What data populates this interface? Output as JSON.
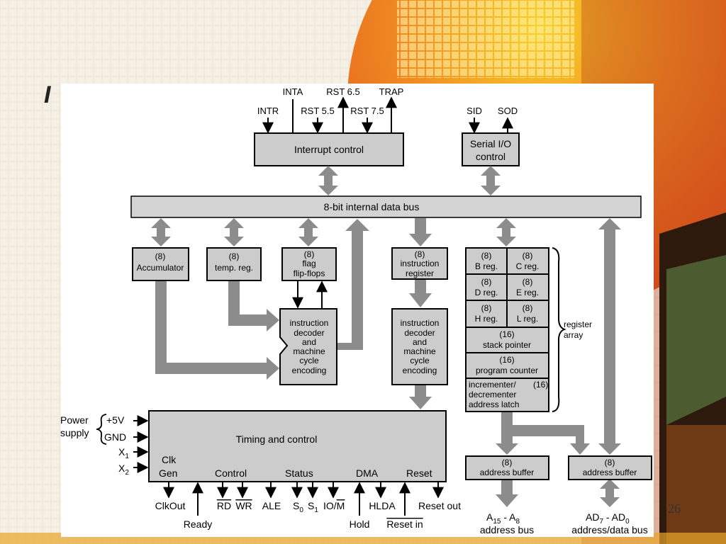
{
  "slide": {
    "title_fragment": "I",
    "page_number": "26"
  },
  "colors": {
    "box_fill": "#cccccc",
    "bus_fill": "#d4d4d4",
    "arrow_fill": "#8c8c8c",
    "bg_orange": "#e8661f",
    "bg_yellow": "#f7d21e"
  },
  "interrupts": {
    "inta": "INTA",
    "rst65": "RST 6.5",
    "trap": "TRAP",
    "intr": "INTR",
    "rst55": "RST 5.5",
    "rst75": "RST 7.5",
    "box": "Interrupt control"
  },
  "serial": {
    "sid": "SID",
    "sod": "SOD",
    "box_line1": "Serial I/O",
    "box_line2": "control"
  },
  "bus": {
    "label": "8-bit internal data bus"
  },
  "accumulator": {
    "size": "(8)",
    "label": "Accumulator"
  },
  "temp_reg": {
    "size": "(8)",
    "label": "temp. reg."
  },
  "flags": {
    "size": "(8)",
    "line1": "flag",
    "line2": "flip-flops"
  },
  "ir": {
    "size": "(8)",
    "line1": "instruction",
    "line2": "register"
  },
  "decoder": {
    "line1": "instruction",
    "line2": "decoder",
    "line3": "and",
    "line4": "machine",
    "line5": "cycle",
    "line6": "encoding"
  },
  "registers": {
    "b_size": "(8)",
    "b_label": "B reg.",
    "c_size": "(8)",
    "c_label": "C reg.",
    "d_size": "(8)",
    "d_label": "D reg.",
    "e_size": "(8)",
    "e_label": "E reg.",
    "h_size": "(8)",
    "h_label": "H reg.",
    "l_size": "(8)",
    "l_label": "L reg.",
    "sp_size": "(16)",
    "sp_label": "stack pointer",
    "pc_size": "(16)",
    "pc_label": "program counter",
    "inc_line1": "incrementer/",
    "inc_line2": "decrementer",
    "inc_line3": "address latch",
    "inc_size": "(16)",
    "array_line1": "register",
    "array_line2": "array"
  },
  "timing": {
    "box": "Timing and control",
    "clk1": "Clk",
    "clk2": "Gen",
    "control": "Control",
    "status": "Status",
    "dma": "DMA",
    "reset": "Reset",
    "power1": "Power",
    "power2": "supply",
    "plus5v": "+5V",
    "gnd": "GND",
    "x1": "X",
    "x1_sub": "1",
    "x2": "X",
    "x2_sub": "2"
  },
  "pins": {
    "clkout": "ClkOut",
    "ready": "Ready",
    "rd": "RD",
    "wr": "WR",
    "ale": "ALE",
    "s": "S",
    "s0_sub": "0",
    "s1_sub": "1",
    "io_m": "IO/",
    "io_m_bar": "M",
    "hold": "Hold",
    "hlda": "HLDA",
    "reset_in": "Reset in",
    "reset_out": "Reset out"
  },
  "address": {
    "buf_size": "(8)",
    "buf_label": "address buffer",
    "a_high": "A",
    "a15": "15",
    "a_dash": " - A",
    "a8": "8",
    "a_bus": "address bus",
    "ad": "AD",
    "ad7": "7",
    "ad_dash": " - AD",
    "ad0": "0",
    "ad_bus": "address/data bus"
  }
}
